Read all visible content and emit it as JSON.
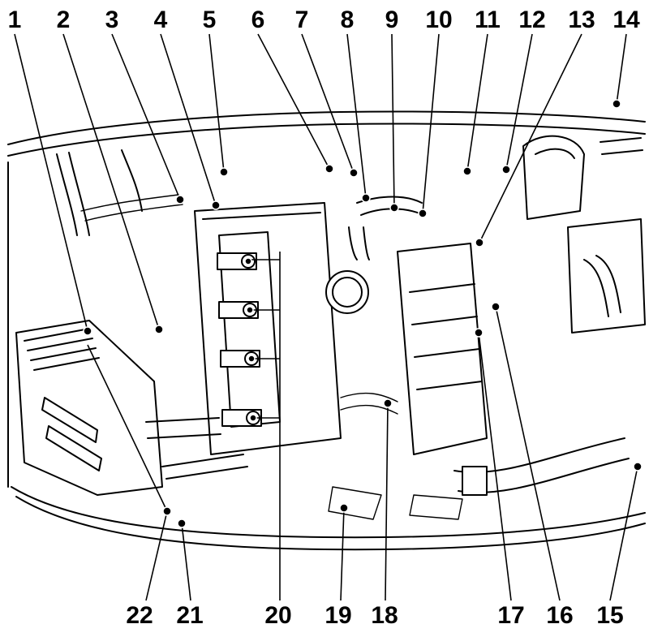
{
  "diagram": {
    "callouts": [
      {
        "id": "c1",
        "label": "1"
      },
      {
        "id": "c2",
        "label": "2"
      },
      {
        "id": "c3",
        "label": "3"
      },
      {
        "id": "c4",
        "label": "4"
      },
      {
        "id": "c5",
        "label": "5"
      },
      {
        "id": "c6",
        "label": "6"
      },
      {
        "id": "c7",
        "label": "7"
      },
      {
        "id": "c8",
        "label": "8"
      },
      {
        "id": "c9",
        "label": "9"
      },
      {
        "id": "c10",
        "label": "10"
      },
      {
        "id": "c11",
        "label": "11"
      },
      {
        "id": "c12",
        "label": "12"
      },
      {
        "id": "c13",
        "label": "13"
      },
      {
        "id": "c14",
        "label": "14"
      },
      {
        "id": "c15",
        "label": "15"
      },
      {
        "id": "c16",
        "label": "16"
      },
      {
        "id": "c17",
        "label": "17"
      },
      {
        "id": "c18",
        "label": "18"
      },
      {
        "id": "c19",
        "label": "19"
      },
      {
        "id": "c20",
        "label": "20"
      },
      {
        "id": "c21",
        "label": "21"
      },
      {
        "id": "c22",
        "label": "22"
      }
    ],
    "colors": {
      "ink": "#000000",
      "paper": "#ffffff"
    }
  }
}
